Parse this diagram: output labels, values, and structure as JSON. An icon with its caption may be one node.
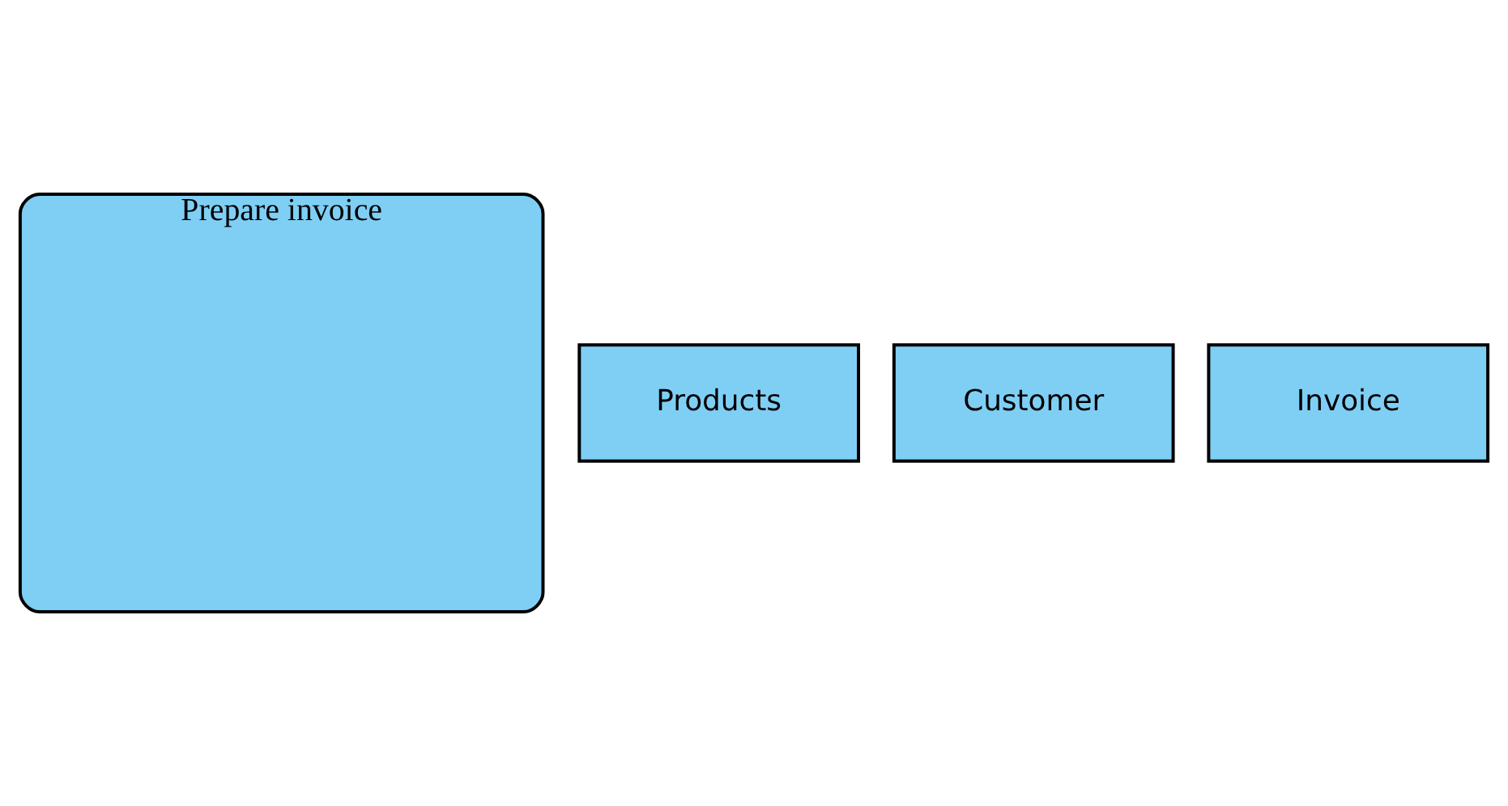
{
  "diagram": {
    "nodes": [
      {
        "text": [
          "Prepare invoice"
        ]
      },
      {
        "text": [
          "Products"
        ]
      },
      {
        "text": [
          "Customer"
        ]
      },
      {
        "text": [
          "Invoice"
        ]
      }
    ],
    "edges": []
  }
}
